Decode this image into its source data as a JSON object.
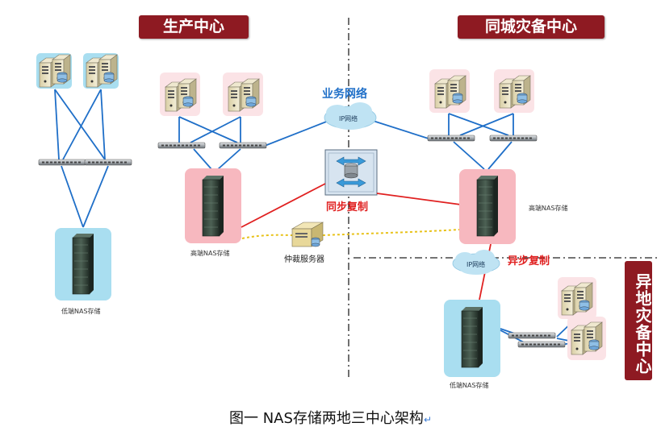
{
  "titles": {
    "production": "生产中心",
    "same_city": "同城灾备中心",
    "remote": "异地灾备中心"
  },
  "labels": {
    "business_network": "业务网络",
    "ip_network": "IP网络",
    "sync_copy": "同步复制",
    "async_copy": "异步复制",
    "arbiter": "仲裁服务器",
    "high_nas_left": "高端NAS存储",
    "high_nas_right": "高端NAS存储",
    "low_nas_left": "低端NAS存储",
    "low_nas_bottom": "低端NAS存储"
  },
  "caption": {
    "text": "图一  NAS存储两地三中心架构",
    "return_mark": "↵"
  },
  "colors": {
    "banner": "#8e1a22",
    "link": "#1f6fc8",
    "replication": "#e02020",
    "arbiter_link": "#e8c21a",
    "high_end_box": "#f7b8bf",
    "low_end_box": "#a9def0",
    "cloud": "#bfe3f3"
  }
}
